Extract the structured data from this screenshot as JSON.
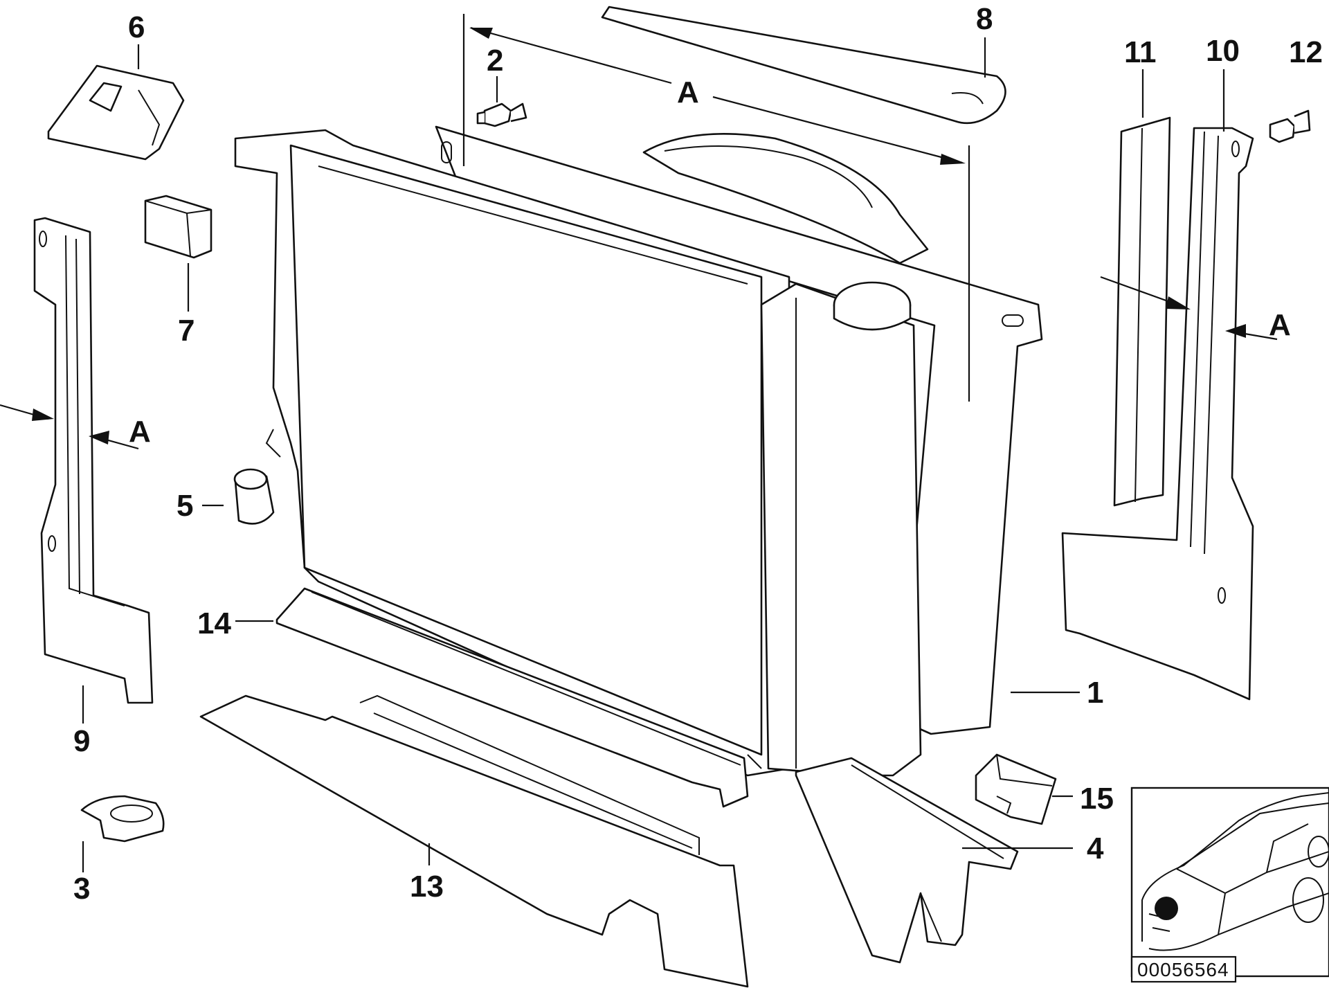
{
  "diagram": {
    "callouts": [
      {
        "id": "1",
        "label": "1"
      },
      {
        "id": "2",
        "label": "2"
      },
      {
        "id": "3",
        "label": "3"
      },
      {
        "id": "4",
        "label": "4"
      },
      {
        "id": "5",
        "label": "5"
      },
      {
        "id": "6",
        "label": "6"
      },
      {
        "id": "7",
        "label": "7"
      },
      {
        "id": "8",
        "label": "8"
      },
      {
        "id": "9",
        "label": "9"
      },
      {
        "id": "10",
        "label": "10"
      },
      {
        "id": "11",
        "label": "11"
      },
      {
        "id": "12",
        "label": "12"
      },
      {
        "id": "13",
        "label": "13"
      },
      {
        "id": "14",
        "label": "14"
      },
      {
        "id": "15",
        "label": "15"
      }
    ],
    "section_marks": [
      "A",
      "A",
      "A"
    ],
    "reference_number": "00056564"
  }
}
